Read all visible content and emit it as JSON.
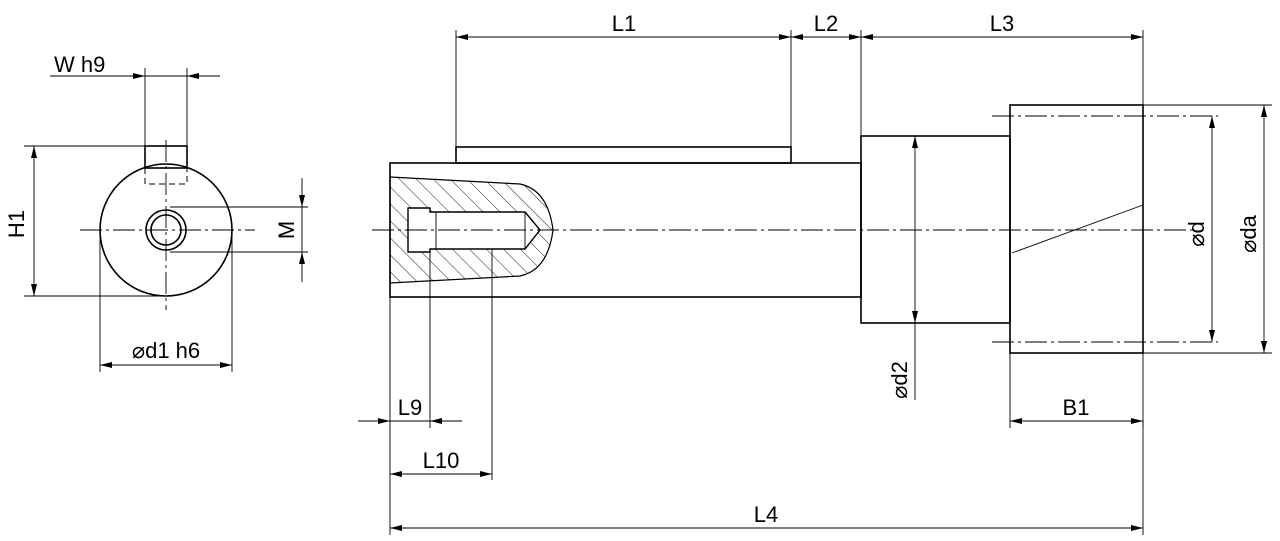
{
  "labels": {
    "w_h9": "W h9",
    "h1": "H1",
    "m": "M",
    "d1_h6": "⌀d1 h6",
    "l1": "L1",
    "l2": "L2",
    "l3": "L3",
    "l4": "L4",
    "l9": "L9",
    "l10": "L10",
    "b1": "B1",
    "d": "⌀d",
    "da": "⌀da",
    "d2": "⌀d2"
  }
}
